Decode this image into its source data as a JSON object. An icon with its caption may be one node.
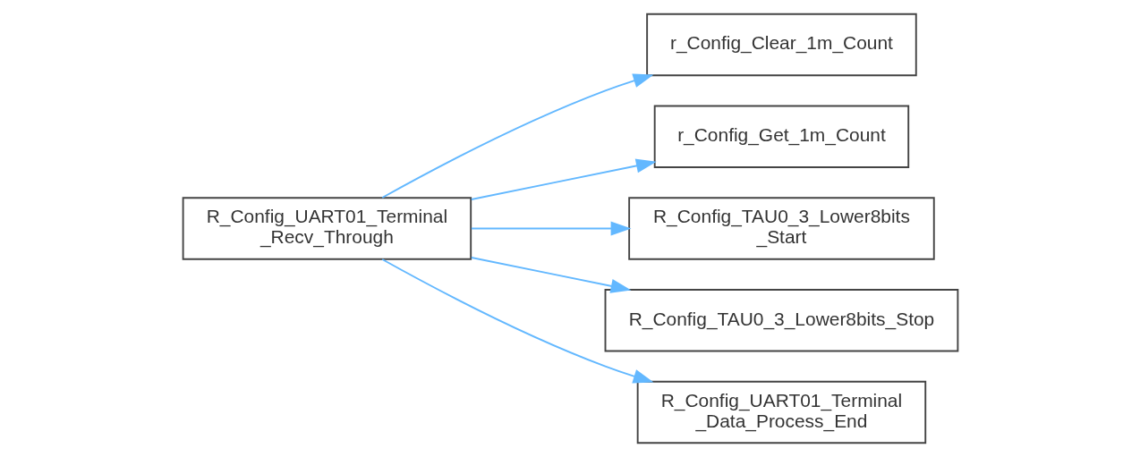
{
  "diagram": {
    "nodes": [
      {
        "text": [
          "R_Config_UART01_Terminal _Recv_Through"
        ]
      },
      {
        "text": [
          "r_Config_Clear_1m_Count"
        ]
      },
      {
        "text": [
          "r_Config_Get_1m_Count"
        ]
      },
      {
        "text": [
          "R_Config_TAU0_3_Lower8bits _Start"
        ]
      },
      {
        "text": [
          "R_Config_TAU0_3_Lower8bits_Stop"
        ]
      },
      {
        "text": [
          "R_Config_UART01_Terminal _Data_Process_End"
        ]
      }
    ],
    "edges": [
      {
        "from": 0,
        "to": 1,
        "arrow": "to"
      },
      {
        "from": 0,
        "to": 2,
        "arrow": "to"
      },
      {
        "from": 0,
        "to": 3,
        "arrow": "to"
      },
      {
        "from": 0,
        "to": 4,
        "arrow": "to"
      },
      {
        "from": 0,
        "to": 5,
        "arrow": "to"
      }
    ]
  }
}
